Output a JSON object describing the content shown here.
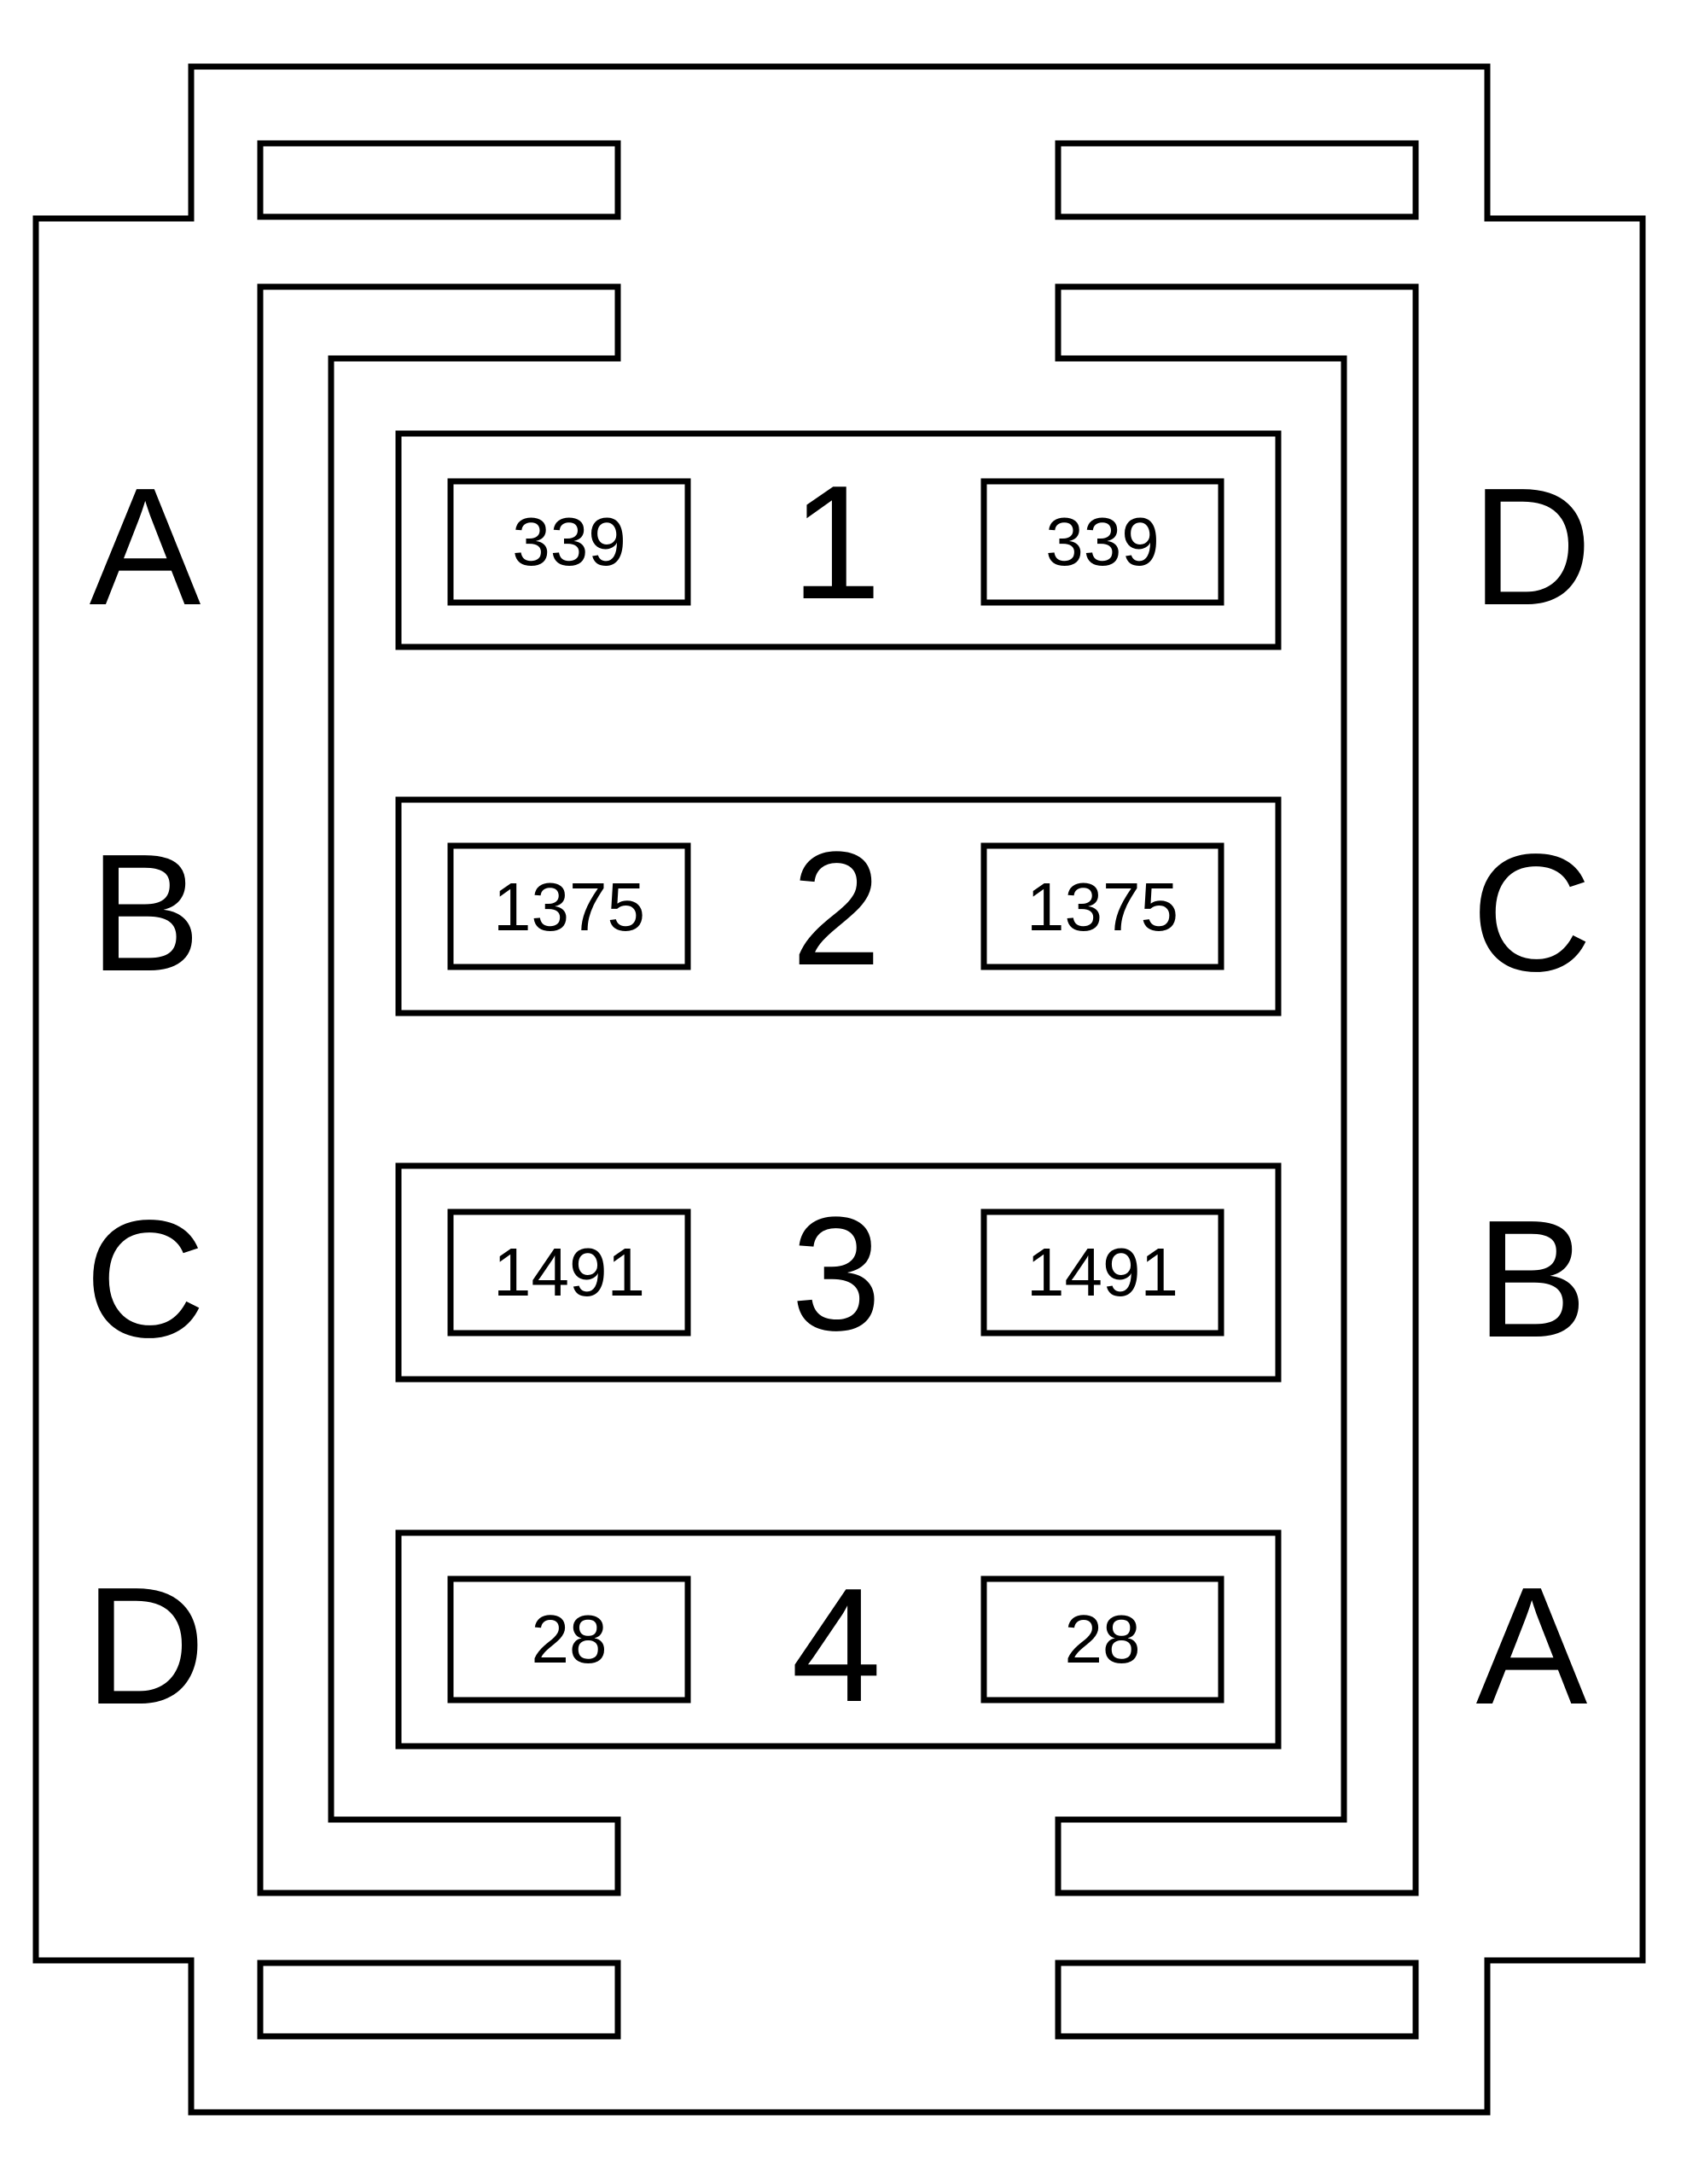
{
  "left_letters": [
    "A",
    "B",
    "C",
    "D"
  ],
  "right_letters": [
    "D",
    "C",
    "B",
    "A"
  ],
  "cavities": [
    {
      "number": "1",
      "left_circuit": "339",
      "right_circuit": "339"
    },
    {
      "number": "2",
      "left_circuit": "1375",
      "right_circuit": "1375"
    },
    {
      "number": "3",
      "left_circuit": "1491",
      "right_circuit": "1491"
    },
    {
      "number": "4",
      "left_circuit": "28",
      "right_circuit": "28"
    }
  ],
  "colors": {
    "line": "#000000",
    "background": "#ffffff"
  }
}
